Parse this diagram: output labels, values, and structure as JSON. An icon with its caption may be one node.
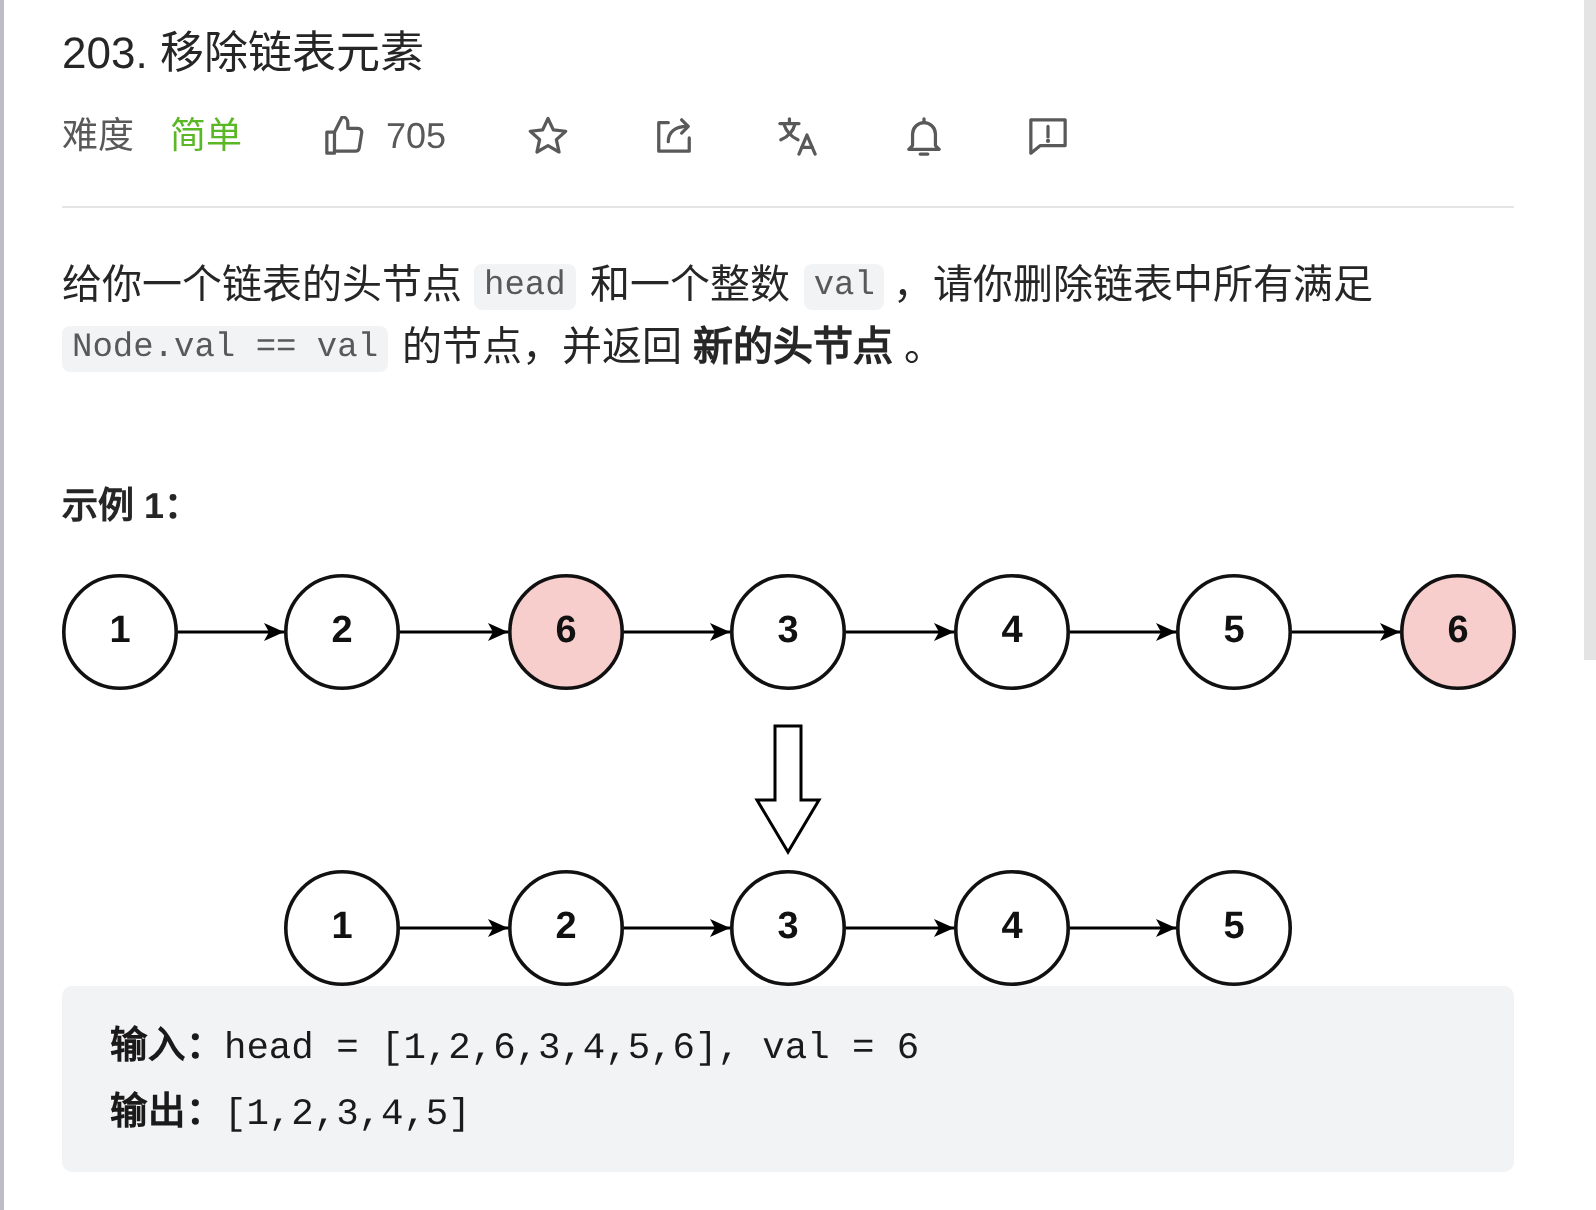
{
  "diagram": {
    "title": "203. 移除链表元素",
    "nodes": [
      {
        "text": [
          "1"
        ]
      },
      {
        "text": [
          "2"
        ]
      },
      {
        "text": [
          "6"
        ]
      },
      {
        "text": [
          "3"
        ]
      },
      {
        "text": [
          "4"
        ]
      },
      {
        "text": [
          "5"
        ]
      },
      {
        "text": [
          "6"
        ]
      },
      {
        "text": [
          "1"
        ]
      },
      {
        "text": [
          "2"
        ]
      },
      {
        "text": [
          "3"
        ]
      },
      {
        "text": [
          "4"
        ]
      },
      {
        "text": [
          "5"
        ]
      }
    ],
    "edges": [
      {
        "from": 0,
        "to": 1,
        "arrow": "to"
      },
      {
        "from": 1,
        "to": 2,
        "arrow": "to"
      },
      {
        "from": 2,
        "to": 3,
        "arrow": "to"
      },
      {
        "from": 3,
        "to": 4,
        "arrow": "to"
      },
      {
        "from": 4,
        "to": 5,
        "arrow": "to"
      },
      {
        "from": 5,
        "to": 6,
        "arrow": "to"
      },
      {
        "from": 3,
        "to": 9,
        "arrow": "to",
        "style": "thick"
      },
      {
        "from": 7,
        "to": 8,
        "arrow": "to"
      },
      {
        "from": 8,
        "to": 9,
        "arrow": "to"
      },
      {
        "from": 9,
        "to": 10,
        "arrow": "to"
      },
      {
        "from": 10,
        "to": 11,
        "arrow": "to"
      }
    ],
    "labels": [
      "难度",
      "简单",
      "705",
      "给你一个链表的头节点",
      "head",
      "和一个整数",
      "val",
      "，请你删除链表中所有满足",
      "Node.val == val",
      "的节点，并返回 **新的头节点** 。",
      "示例 1：",
      "**输入：**head = [1,2,6,3,4,5,6], val = 6",
      "**输出：**[1,2,3,4,5]"
    ]
  }
}
